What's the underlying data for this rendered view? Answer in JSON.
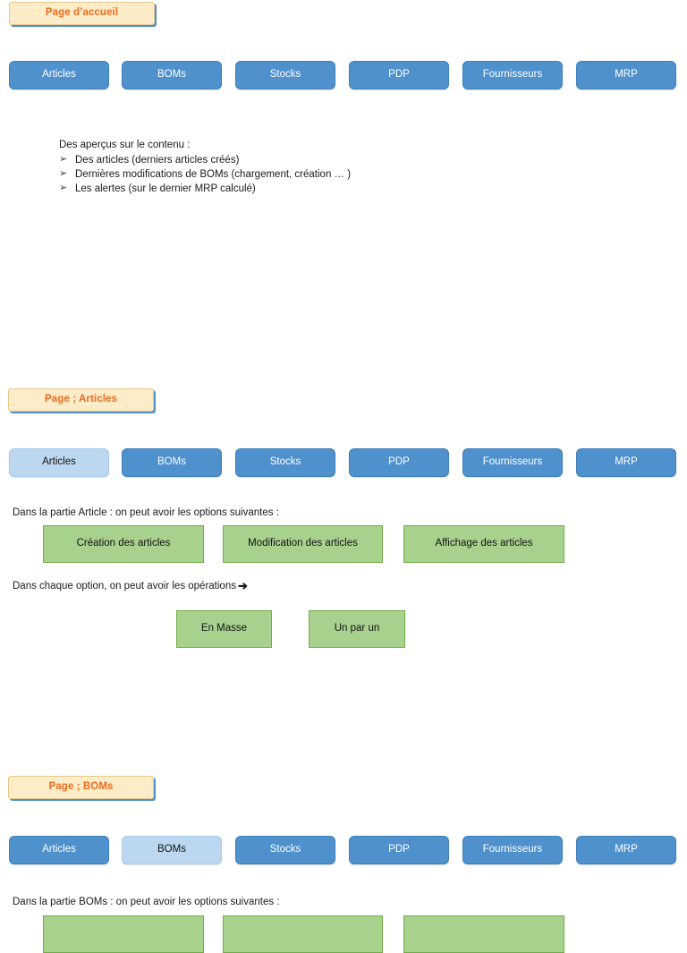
{
  "nav": {
    "tabs": [
      {
        "label": "Articles"
      },
      {
        "label": "BOMs"
      },
      {
        "label": "Stocks"
      },
      {
        "label": "PDP"
      },
      {
        "label": "Fournisseurs"
      },
      {
        "label": "MRP"
      }
    ]
  },
  "colors": {
    "tab": "#4f91cd",
    "tab_active": "#bcd8f0",
    "chip_fill": "#fdecc8",
    "chip_text": "#ee6b1f",
    "option_fill": "#a9d18e",
    "option_border": "#70ad47"
  },
  "glyphs": {
    "bullet": "➢",
    "arrow": "➔"
  },
  "sections": [
    {
      "chip": "Page d’accueil",
      "active_tab": null,
      "intro_lead": "Des aperçus sur le contenu :",
      "bullets": [
        "Des articles (derniers articles créés)",
        "Dernières modifications de BOMs (chargement, création … )",
        "Les alertes (sur le dernier MRP calculé)"
      ]
    },
    {
      "chip": "Page ; Articles",
      "active_tab": "Articles",
      "options_intro": "Dans la partie Article : on peut avoir les options suivantes :",
      "options": [
        "Création des articles",
        "Modification des articles",
        "Affichage des articles"
      ],
      "operations_intro": "Dans chaque option, on peut avoir les opérations",
      "operations": [
        "En Masse",
        "Un par un"
      ]
    },
    {
      "chip": "Page ; BOMs",
      "active_tab": "BOMs",
      "options_intro": "Dans la partie BOMs : on peut avoir les options suivantes :",
      "options": [
        "",
        "",
        ""
      ]
    }
  ]
}
